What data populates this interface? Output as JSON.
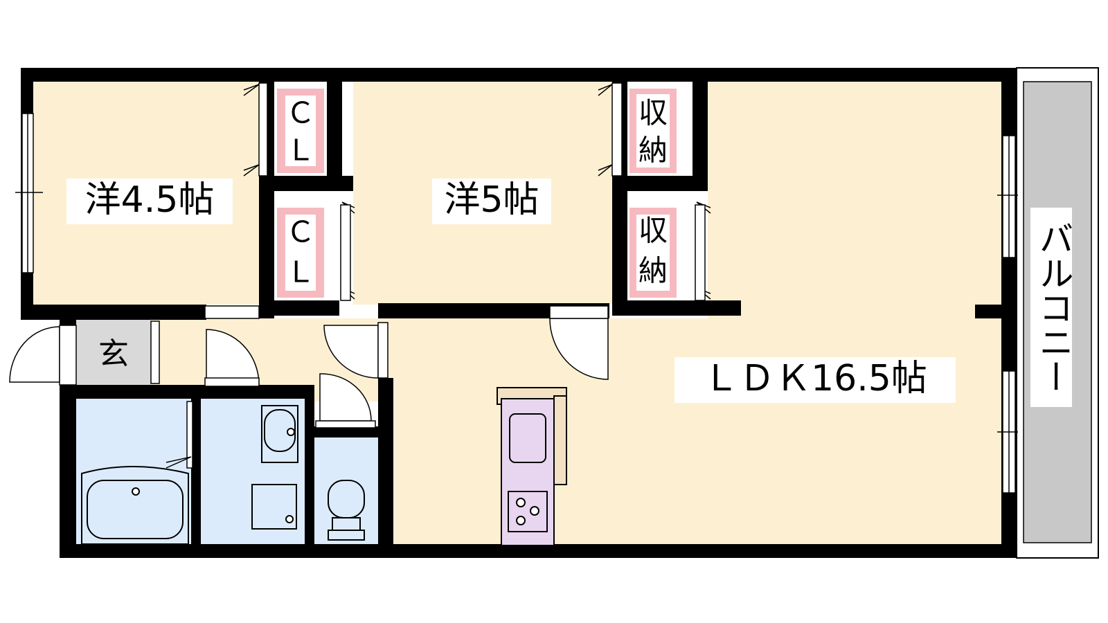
{
  "floor_plan": {
    "rooms": {
      "western_room_1": {
        "label": "洋4.5帖"
      },
      "western_room_2": {
        "label": "洋5帖"
      },
      "ldk": {
        "label": "ＬＤＫ16.5帖"
      },
      "closet_1": {
        "label_top": "Ｃ",
        "label_bottom": "Ｌ"
      },
      "closet_2": {
        "label_top": "Ｃ",
        "label_bottom": "Ｌ"
      },
      "storage_1": {
        "label_top": "収",
        "label_bottom": "納"
      },
      "storage_2": {
        "label_top": "収",
        "label_bottom": "納"
      },
      "entrance": {
        "label": "玄"
      },
      "balcony": {
        "label": "バルコニー"
      }
    },
    "colors": {
      "wall": "#000000",
      "living_floor": "#fdf0d2",
      "wet_area_floor": "#dcebfb",
      "storage_fill": "#f6b9c0",
      "entrance_floor": "#d9d9d9",
      "balcony_floor": "#c8c8c8",
      "kitchen_counter": "#e8d6f0",
      "kitchen_top": "#f3e1c4"
    }
  }
}
